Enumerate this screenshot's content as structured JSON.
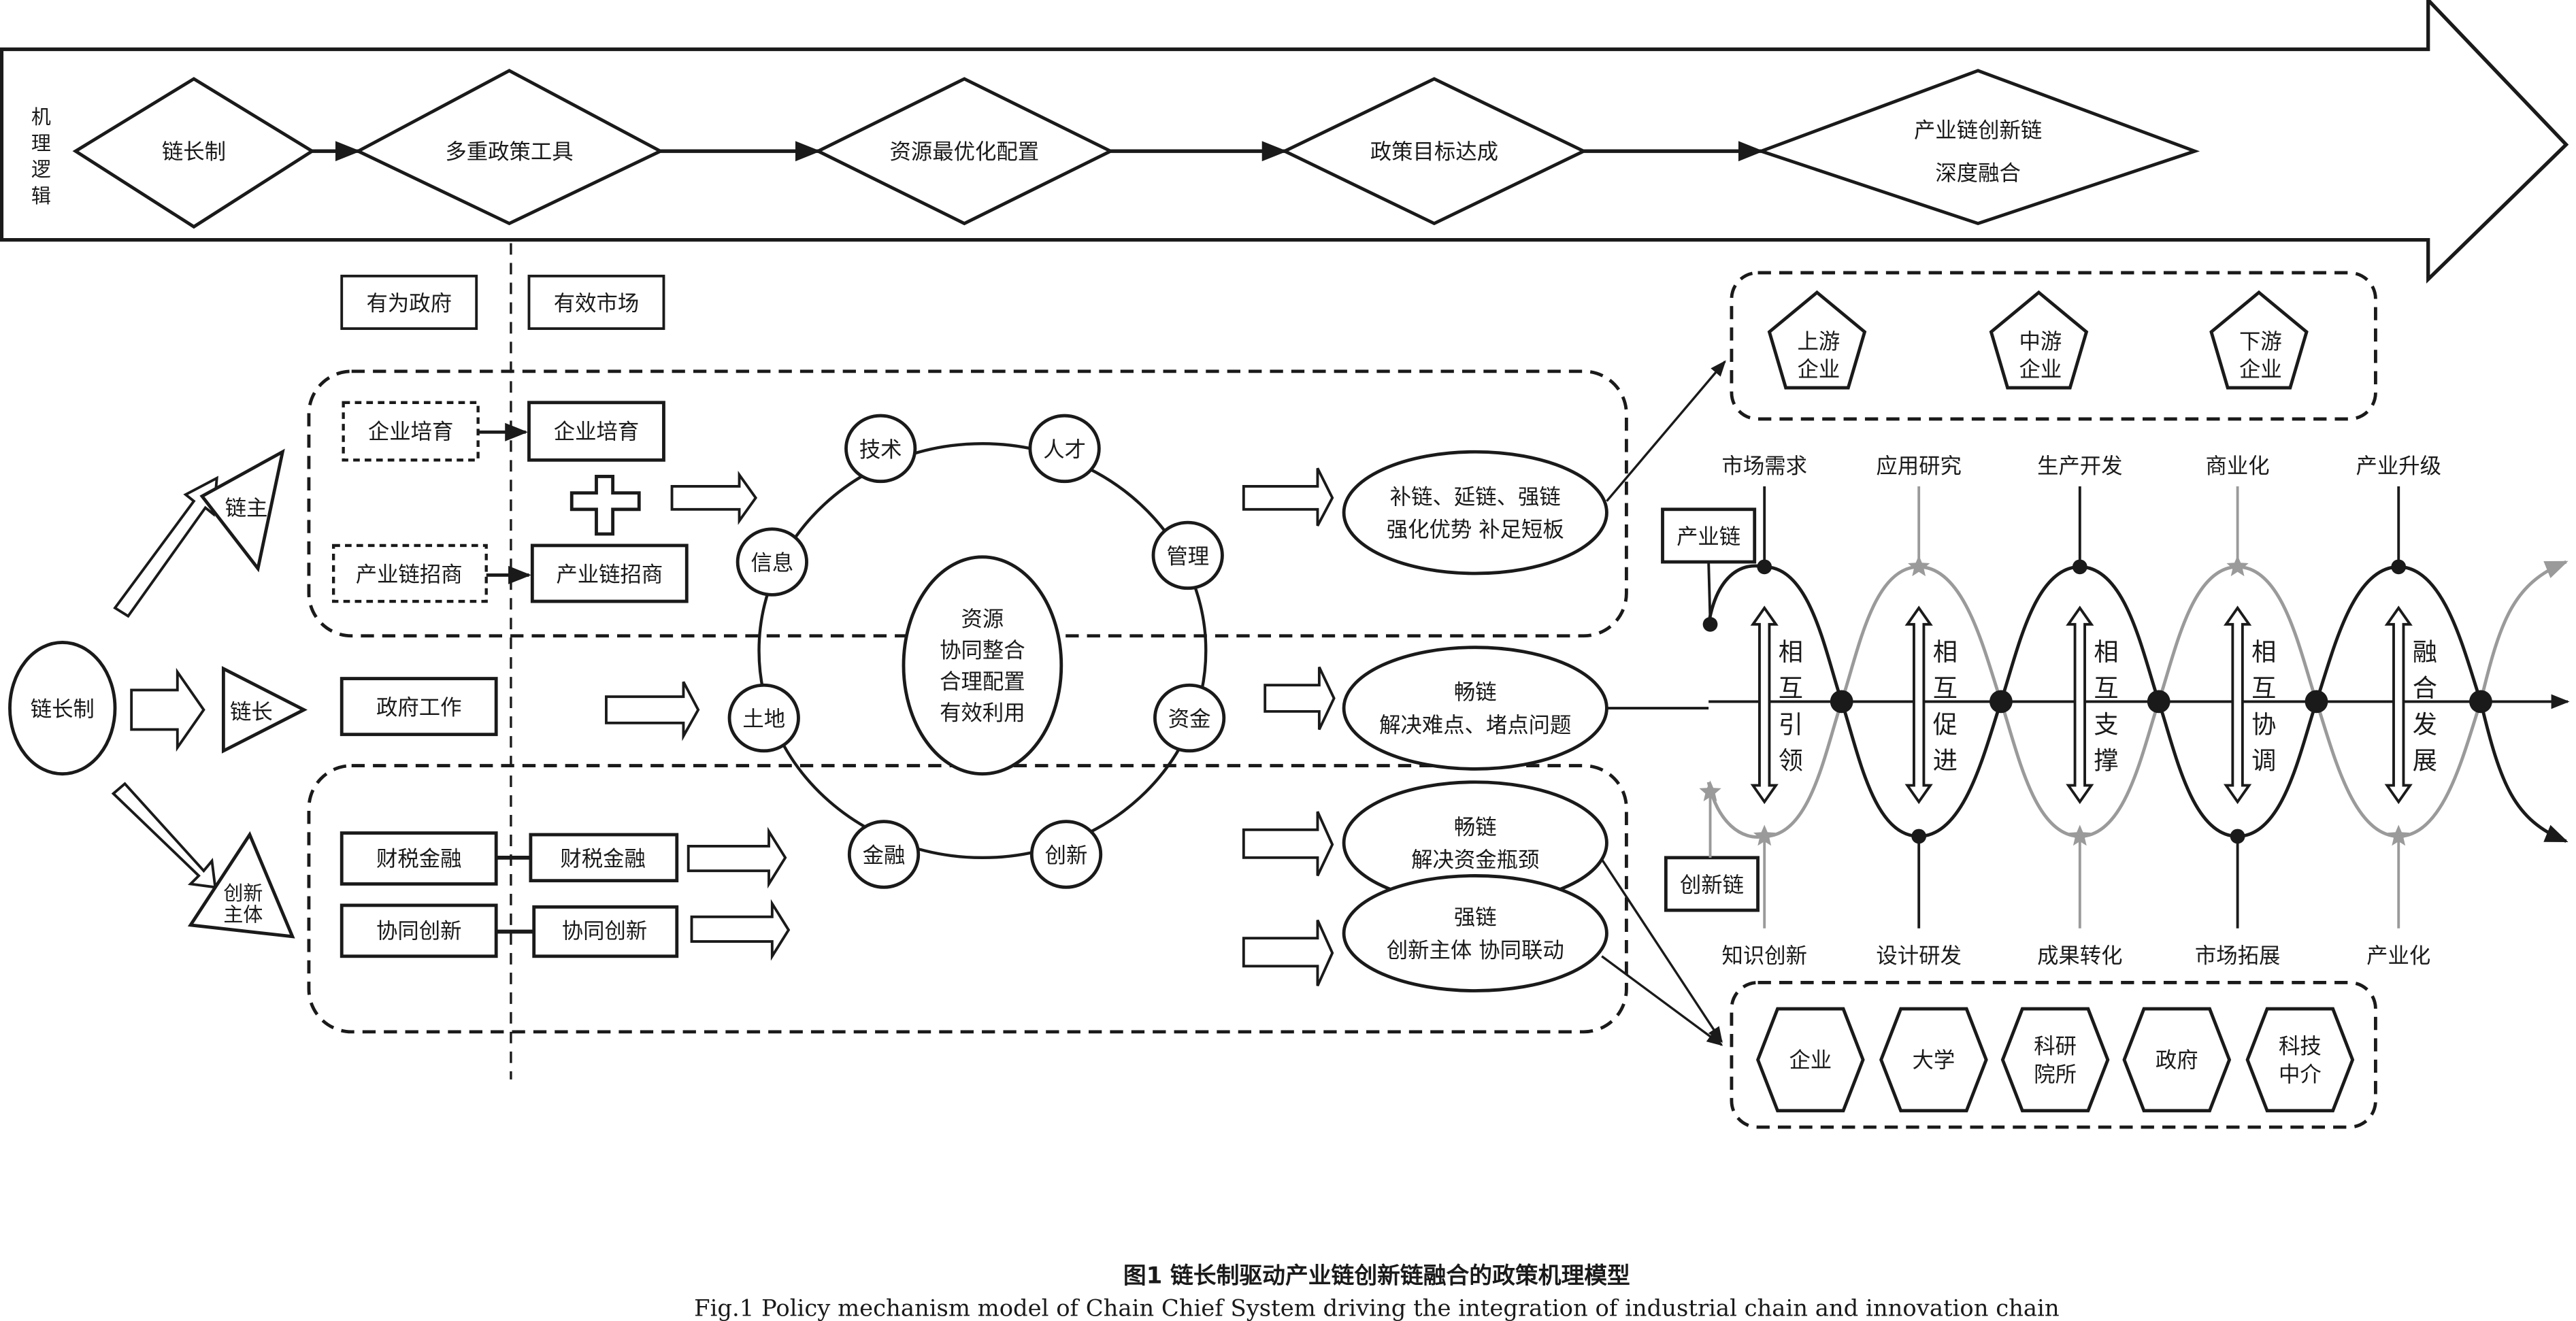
{
  "mechanism_logic": {
    "side_label": [
      "机",
      "理",
      "逻",
      "辑"
    ],
    "steps": [
      {
        "label": [
          "链长制"
        ]
      },
      {
        "label": [
          "多重政策工具"
        ]
      },
      {
        "label": [
          "资源最优化配置"
        ]
      },
      {
        "label": [
          "政策目标达成"
        ]
      },
      {
        "label": [
          "产业链创新链",
          "深度融合"
        ]
      }
    ]
  },
  "columns": {
    "government": "有为政府",
    "market": "有效市场"
  },
  "source": {
    "label": "链长制"
  },
  "actors": {
    "chain_leader_firm": [
      "链主"
    ],
    "chain_chief": [
      "链长"
    ],
    "innovation_subject": [
      "创新",
      "主体"
    ]
  },
  "upper_group": {
    "gov_items": [
      "企业培育",
      "产业链招商"
    ],
    "market_items": [
      "企业培育",
      "产业链招商"
    ],
    "plus_icon": "plus-icon"
  },
  "middle_group": {
    "gov_item": "政府工作"
  },
  "lower_group": {
    "gov_items": [
      "财税金融",
      "协同创新"
    ],
    "market_items": [
      "财税金融",
      "协同创新"
    ]
  },
  "resource_ring": {
    "center": [
      "资源",
      "协同整合",
      "合理配置",
      "有效利用"
    ],
    "nodes": [
      "技术",
      "人才",
      "管理",
      "资金",
      "创新",
      "金融",
      "土地",
      "信息"
    ]
  },
  "outcomes": [
    {
      "lines": [
        "补链、延链、强链",
        "强化优势  补足短板"
      ]
    },
    {
      "lines": [
        "畅链",
        "解决难点、堵点问题"
      ]
    },
    {
      "lines": [
        "畅链",
        "解决资金瓶颈"
      ]
    },
    {
      "lines": [
        "强链",
        "创新主体  协同联动"
      ]
    }
  ],
  "value_chain": {
    "firms": [
      [
        "上游",
        "企业"
      ],
      [
        "中游",
        "企业"
      ],
      [
        "下游",
        "企业"
      ]
    ]
  },
  "helix": {
    "industrial_chain_label": "产业链",
    "innovation_chain_label": "创新链",
    "top_labels": [
      "市场需求",
      "应用研究",
      "生产开发",
      "商业化",
      "产业升级"
    ],
    "bottom_labels": [
      "知识创新",
      "设计研发",
      "成果转化",
      "市场拓展",
      "产业化"
    ],
    "interactions": [
      [
        "相",
        "互",
        "引",
        "领"
      ],
      [
        "相",
        "互",
        "促",
        "进"
      ],
      [
        "相",
        "互",
        "支",
        "撑"
      ],
      [
        "相",
        "互",
        "协",
        "调"
      ],
      [
        "融",
        "合",
        "发",
        "展"
      ]
    ],
    "colors": {
      "industrial": "#1a1a1a",
      "innovation": "#9a9a9a"
    }
  },
  "innovation_actors": {
    "items": [
      [
        "企业"
      ],
      [
        "大学"
      ],
      [
        "科研",
        "院所"
      ],
      [
        "政府"
      ],
      [
        "科技",
        "中介"
      ]
    ]
  },
  "caption": {
    "zh": "图1   链长制驱动产业链创新链融合的政策机理模型",
    "en": "Fig.1  Policy mechanism model of Chain Chief System driving the integration of industrial chain and innovation chain"
  }
}
